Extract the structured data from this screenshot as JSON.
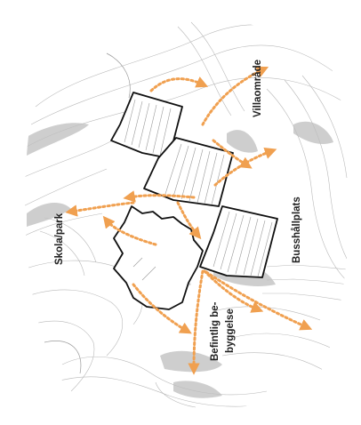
{
  "colors": {
    "flow_arrow": "#f0a050",
    "block_outline": "#111111",
    "shadow": "#bdbdbd",
    "contour": "#b9b9b9"
  },
  "labels": {
    "villaomrade": "Villaområde",
    "skola_park": "Skola/park",
    "busshallplats": "Busshållplats",
    "befintlig_line1": "Befintlig be-",
    "befintlig_line2": "byggelse"
  }
}
